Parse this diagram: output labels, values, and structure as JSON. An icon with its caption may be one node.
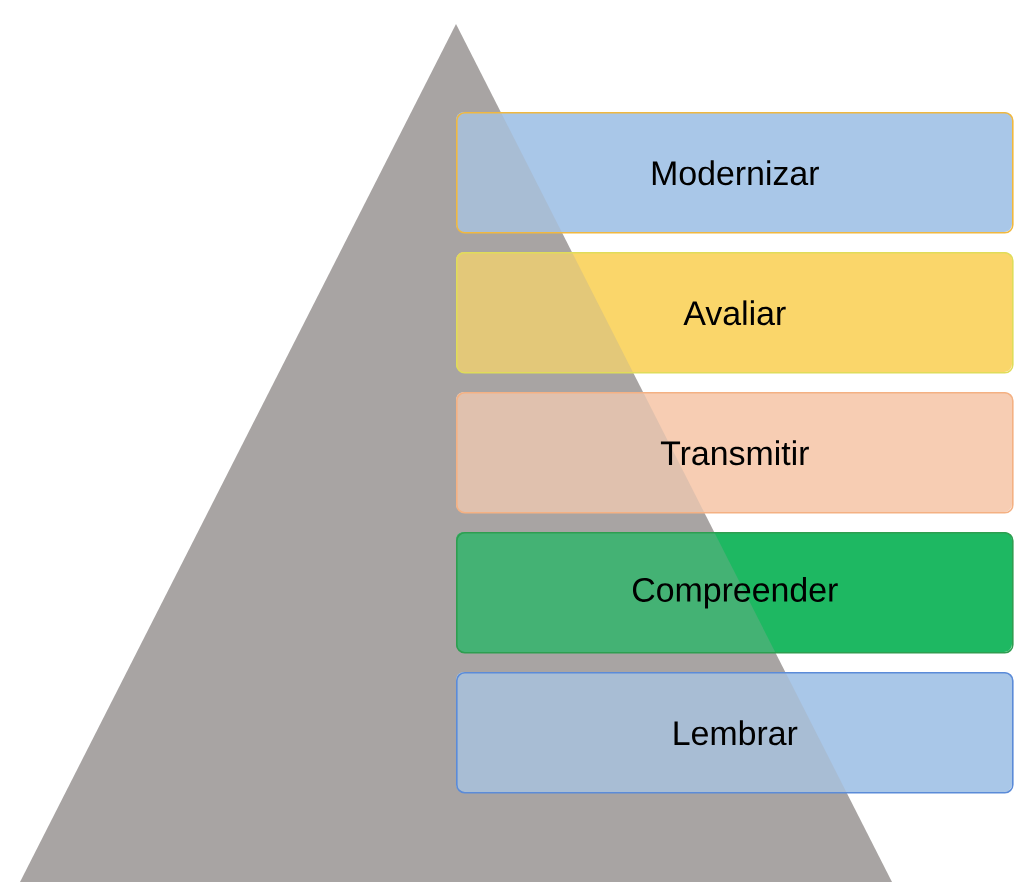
{
  "diagram": {
    "nodes": [
      {
        "text": [
          "Modernizar"
        ]
      },
      {
        "text": [
          "Avaliar"
        ]
      },
      {
        "text": [
          "Transmitir"
        ]
      },
      {
        "text": [
          "Compreender"
        ]
      },
      {
        "text": [
          "Lembrar"
        ]
      }
    ]
  }
}
